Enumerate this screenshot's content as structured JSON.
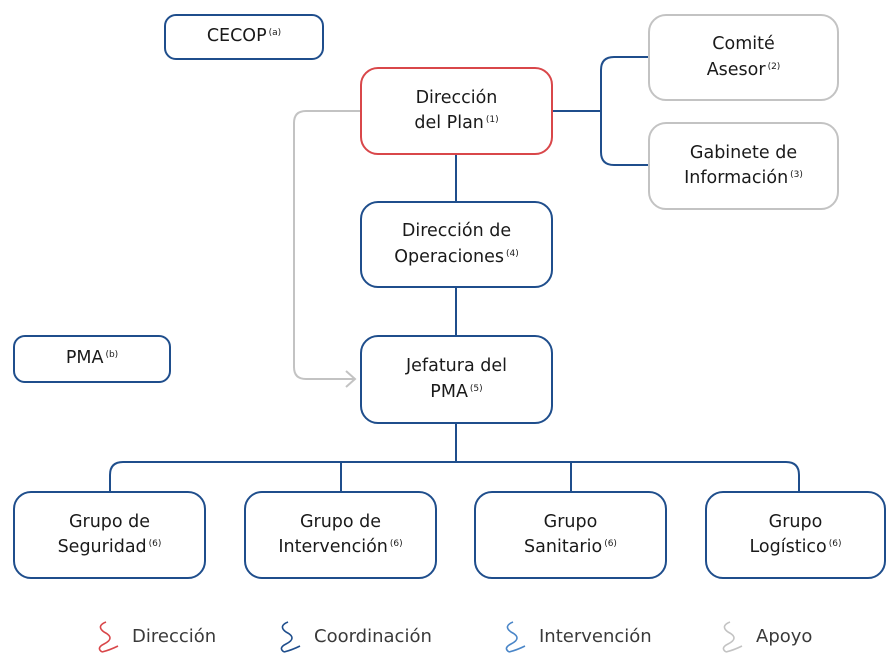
{
  "nodes": {
    "cecop": {
      "label": "CECOP",
      "note": "(a)"
    },
    "pma": {
      "label": "PMA",
      "note": "(b)"
    },
    "direccion_plan": {
      "line1": "Dirección",
      "line2": "del Plan",
      "note": "(1)"
    },
    "comite": {
      "line1": "Comité",
      "line2": "Asesor",
      "note": "(2)"
    },
    "gabinete": {
      "line1": "Gabinete de",
      "line2": "Información",
      "note": "(3)"
    },
    "direccion_operaciones": {
      "line1": "Dirección de",
      "line2": "Operaciones",
      "note": "(4)"
    },
    "jefatura": {
      "line1": "Jefatura del",
      "line2": "PMA",
      "note": "(5)"
    },
    "grupo_seguridad": {
      "line1": "Grupo de",
      "line2": "Seguridad",
      "note": "(6)"
    },
    "grupo_intervencion": {
      "line1": "Grupo de",
      "line2": "Intervención",
      "note": "(6)"
    },
    "grupo_sanitario": {
      "line1": "Grupo",
      "line2": "Sanitario",
      "note": "(6)"
    },
    "grupo_logistico": {
      "line1": "Grupo",
      "line2": "Logístico",
      "note": "(6)"
    }
  },
  "legend": [
    {
      "label": "Dirección",
      "color": "#d9474a"
    },
    {
      "label": "Coordinación",
      "color": "#1f4e8c"
    },
    {
      "label": "Intervención",
      "color": "#4a86c8"
    },
    {
      "label": "Apoyo",
      "color": "#c3c3c3"
    }
  ],
  "colors": {
    "direction": "#d9474a",
    "coordination": "#1f4e8c",
    "support": "#c3c3c3"
  }
}
